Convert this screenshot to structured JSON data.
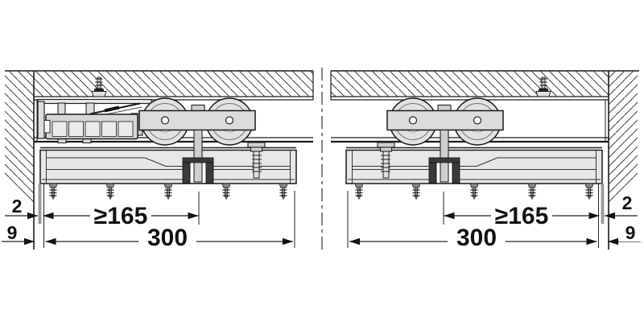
{
  "drawing": {
    "kind": "sliding-door-hardware-cross-section",
    "dimensions": {
      "left": {
        "wall_gap": "2",
        "panel_offset": "9",
        "min_distance": "≥165",
        "panel_width": "300"
      },
      "right": {
        "wall_gap": "2",
        "panel_offset": "9",
        "min_distance": "≥165",
        "panel_width": "300"
      }
    },
    "colors": {
      "outline": "#1a1a1a",
      "hatch": "#3f3f3f",
      "fill_light": "#e7e7e7",
      "fill_mid": "#d6d6d6",
      "fill_plate": "#dcdcdc",
      "clamp_dark": "#3a3a3a",
      "door_edge_gray": "#9a9a9a",
      "background": "#ffffff"
    }
  }
}
